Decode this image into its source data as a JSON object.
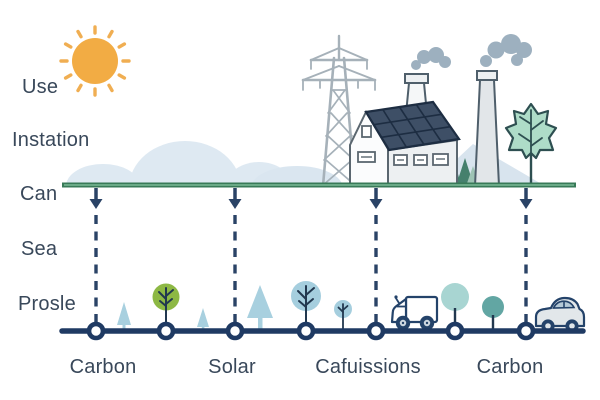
{
  "illustration": {
    "title": "Energy and carbon timeline illustration",
    "left_labels": [
      {
        "text": "Use"
      },
      {
        "text": "Instation"
      },
      {
        "text": "Can"
      },
      {
        "text": "Sea"
      },
      {
        "text": "Prosle"
      }
    ],
    "axis_labels": [
      {
        "text": "Carbon"
      },
      {
        "text": "Solar"
      },
      {
        "text": "Cafuissions"
      },
      {
        "text": "Carbon"
      }
    ],
    "icons": [
      "sun-icon",
      "cloud-icon",
      "transmission-tower-icon",
      "solar-roof-house-icon",
      "factory-chimney-icon",
      "smokestack-icon",
      "smoke-icon",
      "pine-trees-icon",
      "leaf-tree-icon",
      "round-tree-icon",
      "triangle-tree-icon",
      "truck-icon",
      "car-icon",
      "down-arrow-icon",
      "timeline-node-icon"
    ],
    "colors": {
      "sun": "#F2AC44",
      "sun_rays": "#F0AE52",
      "cloud": "#DEE9F2",
      "ground_line": "#3C8260",
      "timeline": "#1F3A63",
      "dashed_connector": "#2A4366",
      "solar_panel": "#3E4F66",
      "tree_green": "#8DB844",
      "tree_light_blue": "#A5CEDE",
      "tree_teal": "#62A6A3",
      "leaf_tree": "#AEDCC8",
      "smoke": "#9DB0BF",
      "pylon": "#A6B1B9",
      "text": "#39485A"
    }
  }
}
